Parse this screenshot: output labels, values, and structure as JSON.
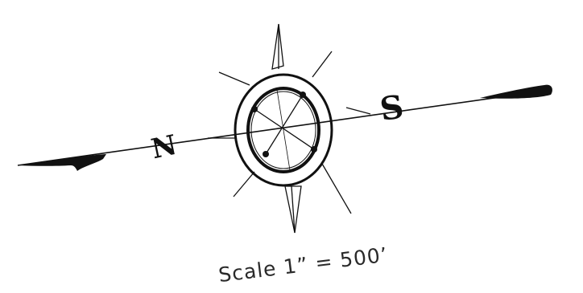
{
  "map": {
    "north_label": "N",
    "south_label": "S",
    "scale_text": "Scale 1” = 500’"
  },
  "colors": {
    "ink": "#111111",
    "background": "#ffffff"
  },
  "icons": {
    "compass": "compass-rose-icon",
    "needle": "meridian-needle-icon"
  }
}
